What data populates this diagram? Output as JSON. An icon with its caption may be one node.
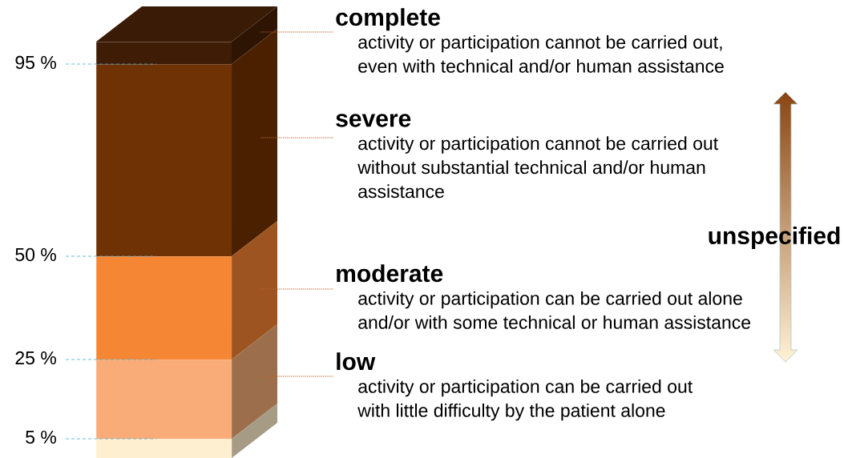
{
  "diagram": {
    "nodes": [
      {
        "text": [],
        "shape": "box"
      },
      {
        "text": [],
        "shape": "box"
      },
      {
        "text": [],
        "shape": "box"
      },
      {
        "text": [],
        "shape": "box"
      },
      {
        "text": [],
        "shape": "box"
      },
      {
        "text": [
          "complete",
          "activity or participation cannot be carried out, even with technical and/or human assistance"
        ]
      },
      {
        "text": [
          "severe",
          "activity or participation cannot be carried out without substantial technical and/or human assistance"
        ]
      },
      {
        "text": [
          "moderate",
          "activity or participation can be carried out alone and/or with some technical or human assistance"
        ]
      },
      {
        "text": [
          "low",
          "activity or participation can be carried out with little difficulty by the patient alone"
        ]
      }
    ],
    "edges": [
      {
        "from": 0,
        "to": 5,
        "arrow": "none",
        "style": "dashed"
      },
      {
        "from": 1,
        "to": 6,
        "arrow": "none",
        "style": "dashed"
      },
      {
        "from": 2,
        "to": 7,
        "arrow": "none",
        "style": "dashed"
      },
      {
        "from": 3,
        "to": 8,
        "arrow": "none",
        "style": "dashed"
      }
    ],
    "labels": [
      "95 %",
      "50 %",
      "25 %",
      "5 %",
      "unspecified"
    ]
  }
}
